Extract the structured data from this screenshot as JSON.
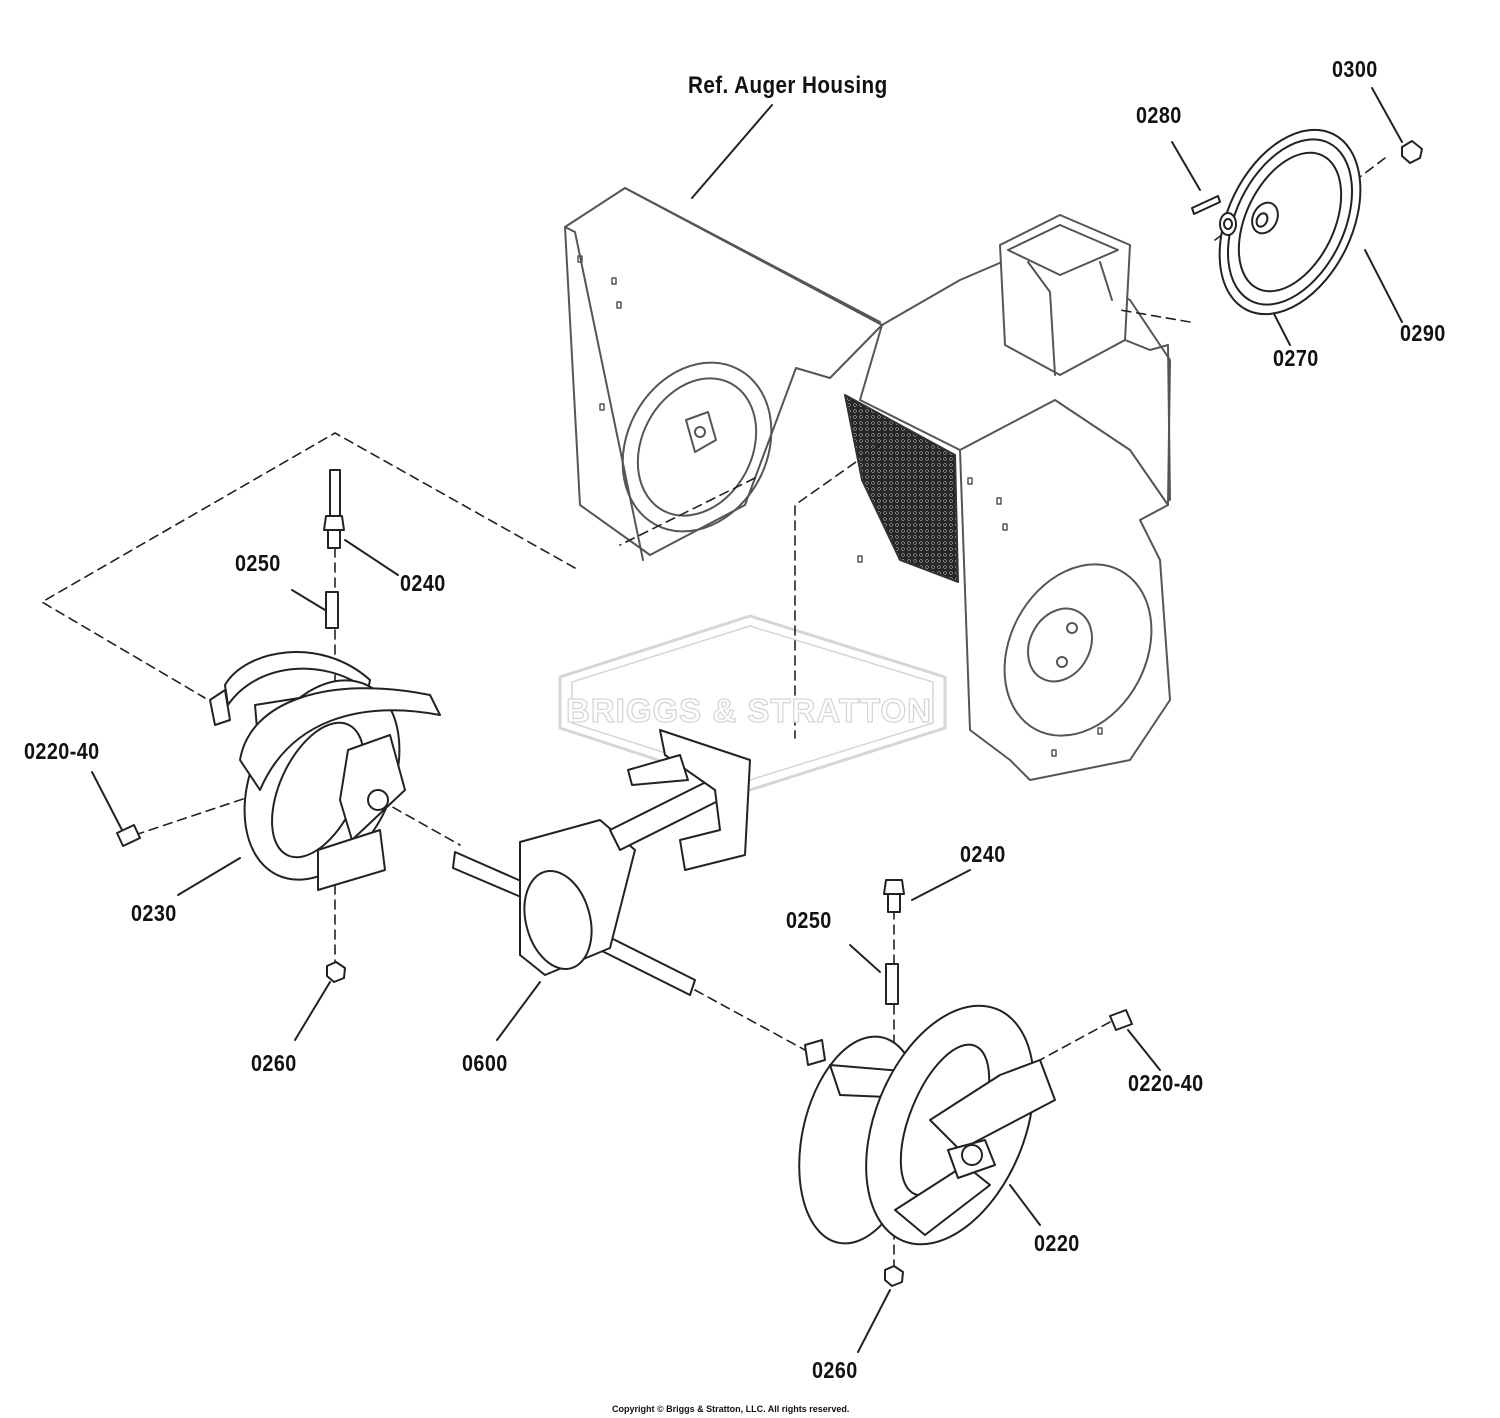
{
  "diagram": {
    "title": "Ref. Auger Housing",
    "watermark": "BRIGGS & STRATTON",
    "copyright": "Copyright © Briggs & Stratton, LLC. All rights reserved.",
    "colors": {
      "line": "#222222",
      "watermark": "#d6d6d6",
      "mesh": "#2a2a2a"
    }
  },
  "callouts": {
    "c0300": "0300",
    "c0280": "0280",
    "c0290": "0290",
    "c0270": "0270",
    "c0250_left": "0250",
    "c0240_left": "0240",
    "c0220_40_left": "0220-40",
    "c0230": "0230",
    "c0260_left": "0260",
    "c0600": "0600",
    "c0240_right": "0240",
    "c0250_right": "0250",
    "c0220_40_right": "0220-40",
    "c0220": "0220",
    "c0260_right": "0260"
  }
}
